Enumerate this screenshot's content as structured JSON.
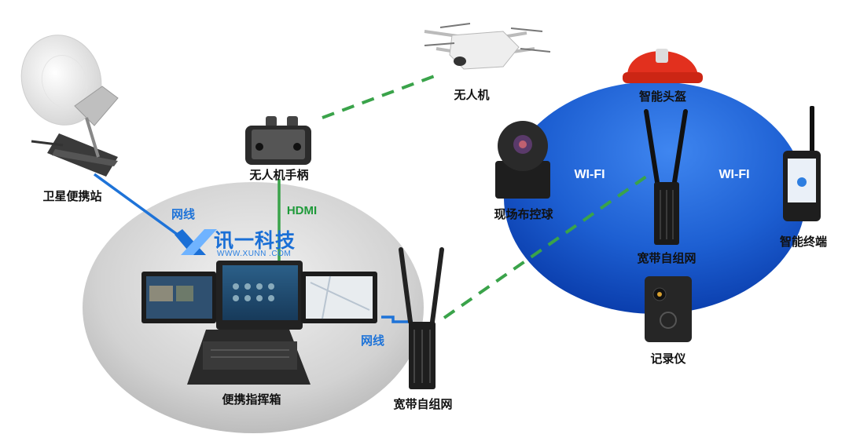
{
  "nodes": {
    "satellite": "卫星便携站",
    "drone": "无人机",
    "drone_controller": "无人机手柄",
    "command_case": "便携指挥箱",
    "mesh_left": "宽带自组网",
    "mesh_right": "宽带自组网",
    "ptz_camera": "现场布控球",
    "smart_helmet": "智能头盔",
    "smart_terminal": "智能终端",
    "recorder": "记录仪"
  },
  "links": {
    "net_cable_top": "网线",
    "net_cable_bottom": "网线",
    "hdmi": "HDMI",
    "wifi_left": "WI-FI",
    "wifi_right": "WI-FI"
  },
  "logo": {
    "name": "讯一科技",
    "url": "WWW.XUNN .COM"
  },
  "colors": {
    "blue_zone": "#1a5fd0",
    "grey_zone": "#c9c9c9",
    "cable": "#1e73d8",
    "hdmi_line": "#3aa34a",
    "wireless_link": "#3aa34a"
  }
}
